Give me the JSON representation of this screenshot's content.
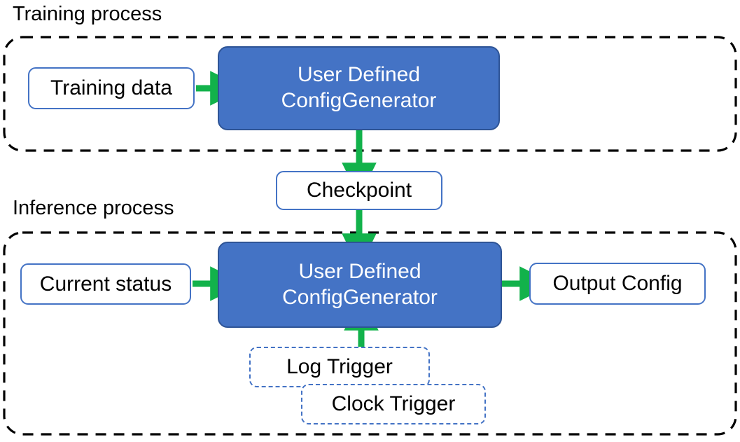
{
  "diagram": {
    "title_visible": false,
    "colors": {
      "process_fill": "#4473C5",
      "process_stroke": "#2E5496",
      "plain_stroke": "#4473C5",
      "arrow_green": "#12B24B",
      "container_dash": "#000000",
      "trigger_dash": "#4473C5",
      "text_dark": "#000000",
      "text_light": "#FFFFFF",
      "background": "#FFFFFF"
    },
    "sections": [
      {
        "id": "training",
        "label": "Training process"
      },
      {
        "id": "inference",
        "label": "Inference process"
      }
    ],
    "nodes": {
      "training_data": "Training data",
      "training_generator_line1": "User Defined",
      "training_generator_line2": "ConfigGenerator",
      "checkpoint": "Checkpoint",
      "current_status": "Current status",
      "inference_generator_line1": "User Defined",
      "inference_generator_line2": "ConfigGenerator",
      "output_config": "Output Config",
      "log_trigger": "Log Trigger",
      "clock_trigger": "Clock Trigger"
    },
    "edges": [
      {
        "id": "training-data-to-generator",
        "from": "Training data",
        "to": "User Defined ConfigGenerator",
        "direction": "right"
      },
      {
        "id": "generator-to-checkpoint",
        "from": "User Defined ConfigGenerator",
        "to": "Checkpoint",
        "direction": "down"
      },
      {
        "id": "checkpoint-to-inference-generator",
        "from": "Checkpoint",
        "to": "User Defined ConfigGenerator",
        "direction": "down"
      },
      {
        "id": "current-status-to-generator",
        "from": "Current status",
        "to": "User Defined ConfigGenerator",
        "direction": "right"
      },
      {
        "id": "generator-to-output-config",
        "from": "User Defined ConfigGenerator",
        "to": "Output Config",
        "direction": "right"
      },
      {
        "id": "triggers-to-generator",
        "from": "Log Trigger / Clock Trigger",
        "to": "User Defined ConfigGenerator",
        "direction": "up"
      }
    ]
  }
}
